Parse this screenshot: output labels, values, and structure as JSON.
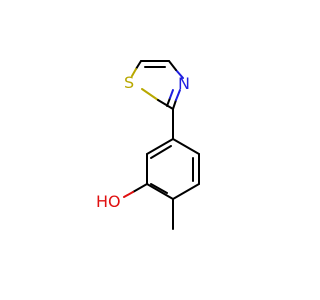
{
  "molecule": {
    "atoms": [
      {
        "symbol": "S",
        "color": "#b8a800"
      },
      {
        "symbol": "N",
        "color": "#1f1fe0"
      },
      {
        "symbol": "HO",
        "color": "#e01010"
      }
    ]
  }
}
